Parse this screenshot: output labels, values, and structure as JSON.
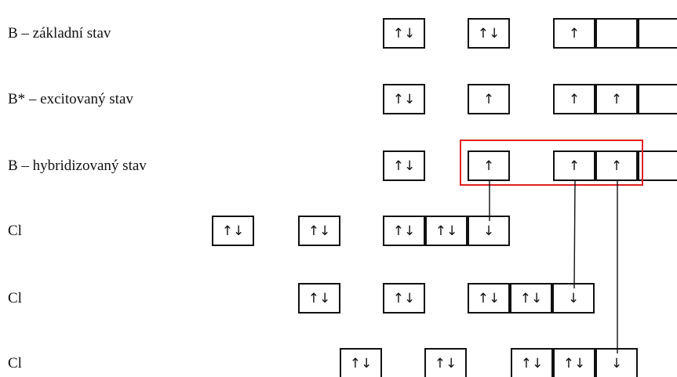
{
  "rows": [
    {
      "label": "B – základní stav",
      "groups": [
        {
          "cells": [
            "↑↓"
          ]
        },
        {
          "cells": [
            "↑↓"
          ]
        },
        {
          "cells": [
            "↑",
            "",
            ""
          ]
        }
      ]
    },
    {
      "label": "B* – excitovaný stav",
      "groups": [
        {
          "cells": [
            "↑↓"
          ]
        },
        {
          "cells": [
            "↑"
          ]
        },
        {
          "cells": [
            "↑",
            "↑",
            ""
          ]
        }
      ]
    },
    {
      "label": "B – hybridizovaný stav",
      "groups": [
        {
          "cells": [
            "↑↓"
          ]
        },
        {
          "cells": [
            "↑"
          ]
        },
        {
          "cells": [
            "↑",
            "↑",
            ""
          ]
        }
      ]
    },
    {
      "label": "Cl",
      "groups": [
        {
          "cells": [
            "↑↓"
          ]
        },
        {
          "cells": [
            "↑↓"
          ]
        },
        {
          "cells": [
            "↑↓",
            "↑↓",
            "↓"
          ]
        }
      ]
    },
    {
      "label": "Cl",
      "groups": [
        {
          "cells": [
            "↑↓"
          ]
        },
        {
          "cells": [
            "↑↓"
          ]
        },
        {
          "cells": [
            "↑↓",
            "↑↓",
            "↓"
          ]
        }
      ]
    },
    {
      "label": "Cl",
      "groups": [
        {
          "cells": [
            "↑↓"
          ]
        },
        {
          "cells": [
            "↑↓"
          ]
        },
        {
          "cells": [
            "↑↓",
            "↑↓",
            "↓"
          ]
        }
      ]
    }
  ],
  "highlight_color": "#e02020"
}
